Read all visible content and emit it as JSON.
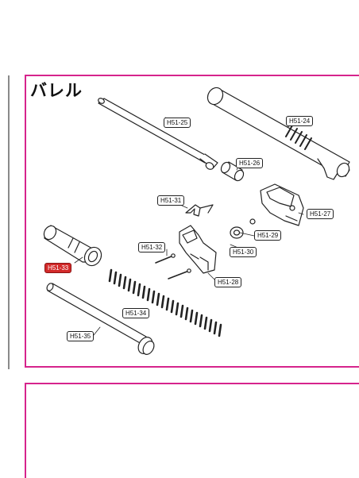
{
  "title": "バレル",
  "colors": {
    "frame": "#d6248c",
    "highlight": "#d22a2a",
    "line": "#222222"
  },
  "parts": {
    "p24": "H51-24",
    "p25": "H51-25",
    "p26": "H51-26",
    "p27": "H51-27",
    "p28": "H51-28",
    "p29": "H51-29",
    "p30": "H51-30",
    "p31": "H51-31",
    "p32": "H51-32",
    "p33": "H51-33",
    "p34": "H51-34",
    "p35": "H51-35"
  },
  "highlighted_part": "H51-33"
}
